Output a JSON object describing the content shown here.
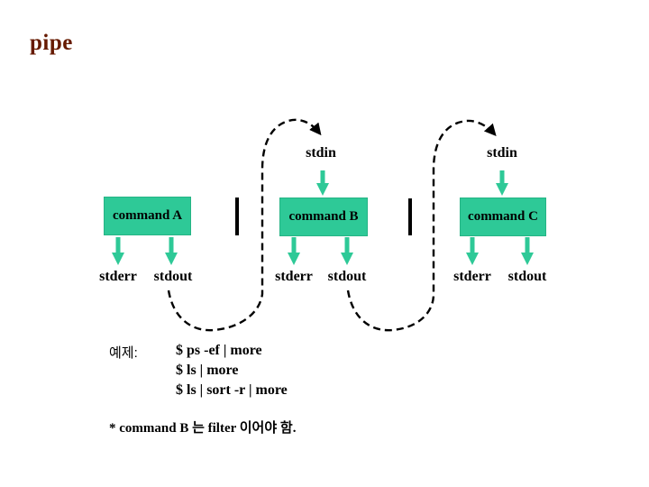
{
  "title": "pipe",
  "colors": {
    "accent_teal": "#2ec997",
    "title_color": "#661a00",
    "line_color": "#000000"
  },
  "diagram": {
    "stdin_label": "stdin",
    "stderr_label": "stderr",
    "stdout_label": "stdout",
    "commands": [
      {
        "label": "command A"
      },
      {
        "label": "command B"
      },
      {
        "label": "command C"
      }
    ]
  },
  "example": {
    "heading": "예제:",
    "commands": [
      "$ ps -ef | more",
      "$ ls | more",
      "$ ls | sort -r | more"
    ],
    "note": "* command B 는 filter 이어야 함."
  }
}
